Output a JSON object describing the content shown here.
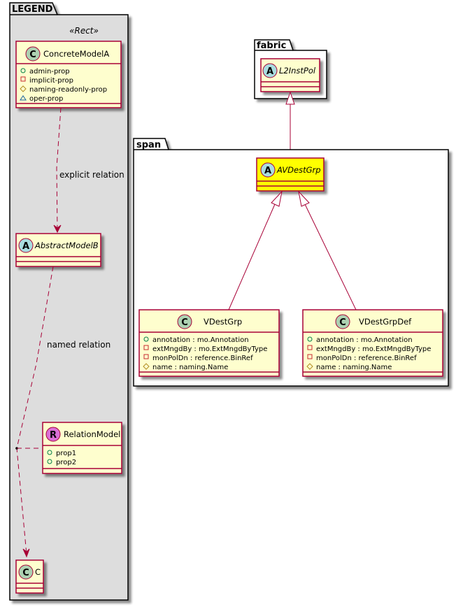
{
  "colors": {
    "class_fill": "#FEFECE",
    "class_border": "#A80036",
    "highlight_fill": "#FFFF00",
    "legend_fill": "#DDDDDD",
    "spot_class": "#ADD1B2",
    "spot_abstract": "#A9DCDF",
    "spot_relation": "#DA70D6",
    "edge": "#A80036"
  },
  "legend": {
    "package_label": "LEGEND",
    "stereotype": "«Rect»",
    "concrete": {
      "spot": "C",
      "name": "ConcreteModelA",
      "attributes": [
        {
          "visibility": "public",
          "icon": "circle-icon",
          "text": "admin-prop"
        },
        {
          "visibility": "private",
          "icon": "square-icon",
          "text": "implicit-prop"
        },
        {
          "visibility": "protected",
          "icon": "diamond-icon",
          "text": "naming-readonly-prop"
        },
        {
          "visibility": "package",
          "icon": "triangle-icon",
          "text": "oper-prop"
        }
      ]
    },
    "explicit_relation_label": "explicit relation",
    "abstract": {
      "spot": "A",
      "name": "AbstractModelB"
    },
    "named_relation_label": "named relation",
    "relation": {
      "spot": "R",
      "name": "RelationModel",
      "attributes": [
        {
          "visibility": "public",
          "icon": "circle-icon",
          "text": "prop1"
        },
        {
          "visibility": "public",
          "icon": "circle-icon",
          "text": "prop2"
        }
      ]
    },
    "target": {
      "spot": "C",
      "name": "C"
    }
  },
  "fabric": {
    "package_label": "fabric",
    "class": {
      "spot": "A",
      "name": "L2InstPol"
    }
  },
  "span": {
    "package_label": "span",
    "main": {
      "spot": "A",
      "name": "AVDestGrp"
    },
    "children": [
      {
        "spot": "C",
        "name": "VDestGrp",
        "attributes": [
          {
            "visibility": "public",
            "icon": "circle-icon",
            "text": "annotation : mo.Annotation"
          },
          {
            "visibility": "private",
            "icon": "square-icon",
            "text": "extMngdBy : mo.ExtMngdByType"
          },
          {
            "visibility": "private",
            "icon": "square-icon",
            "text": "monPolDn : reference.BinRef"
          },
          {
            "visibility": "protected",
            "icon": "diamond-icon",
            "text": "name : naming.Name"
          }
        ]
      },
      {
        "spot": "C",
        "name": "VDestGrpDef",
        "attributes": [
          {
            "visibility": "public",
            "icon": "circle-icon",
            "text": "annotation : mo.Annotation"
          },
          {
            "visibility": "private",
            "icon": "square-icon",
            "text": "extMngdBy : mo.ExtMngdByType"
          },
          {
            "visibility": "private",
            "icon": "square-icon",
            "text": "monPolDn : reference.BinRef"
          },
          {
            "visibility": "protected",
            "icon": "diamond-icon",
            "text": "name : naming.Name"
          }
        ]
      }
    ]
  }
}
